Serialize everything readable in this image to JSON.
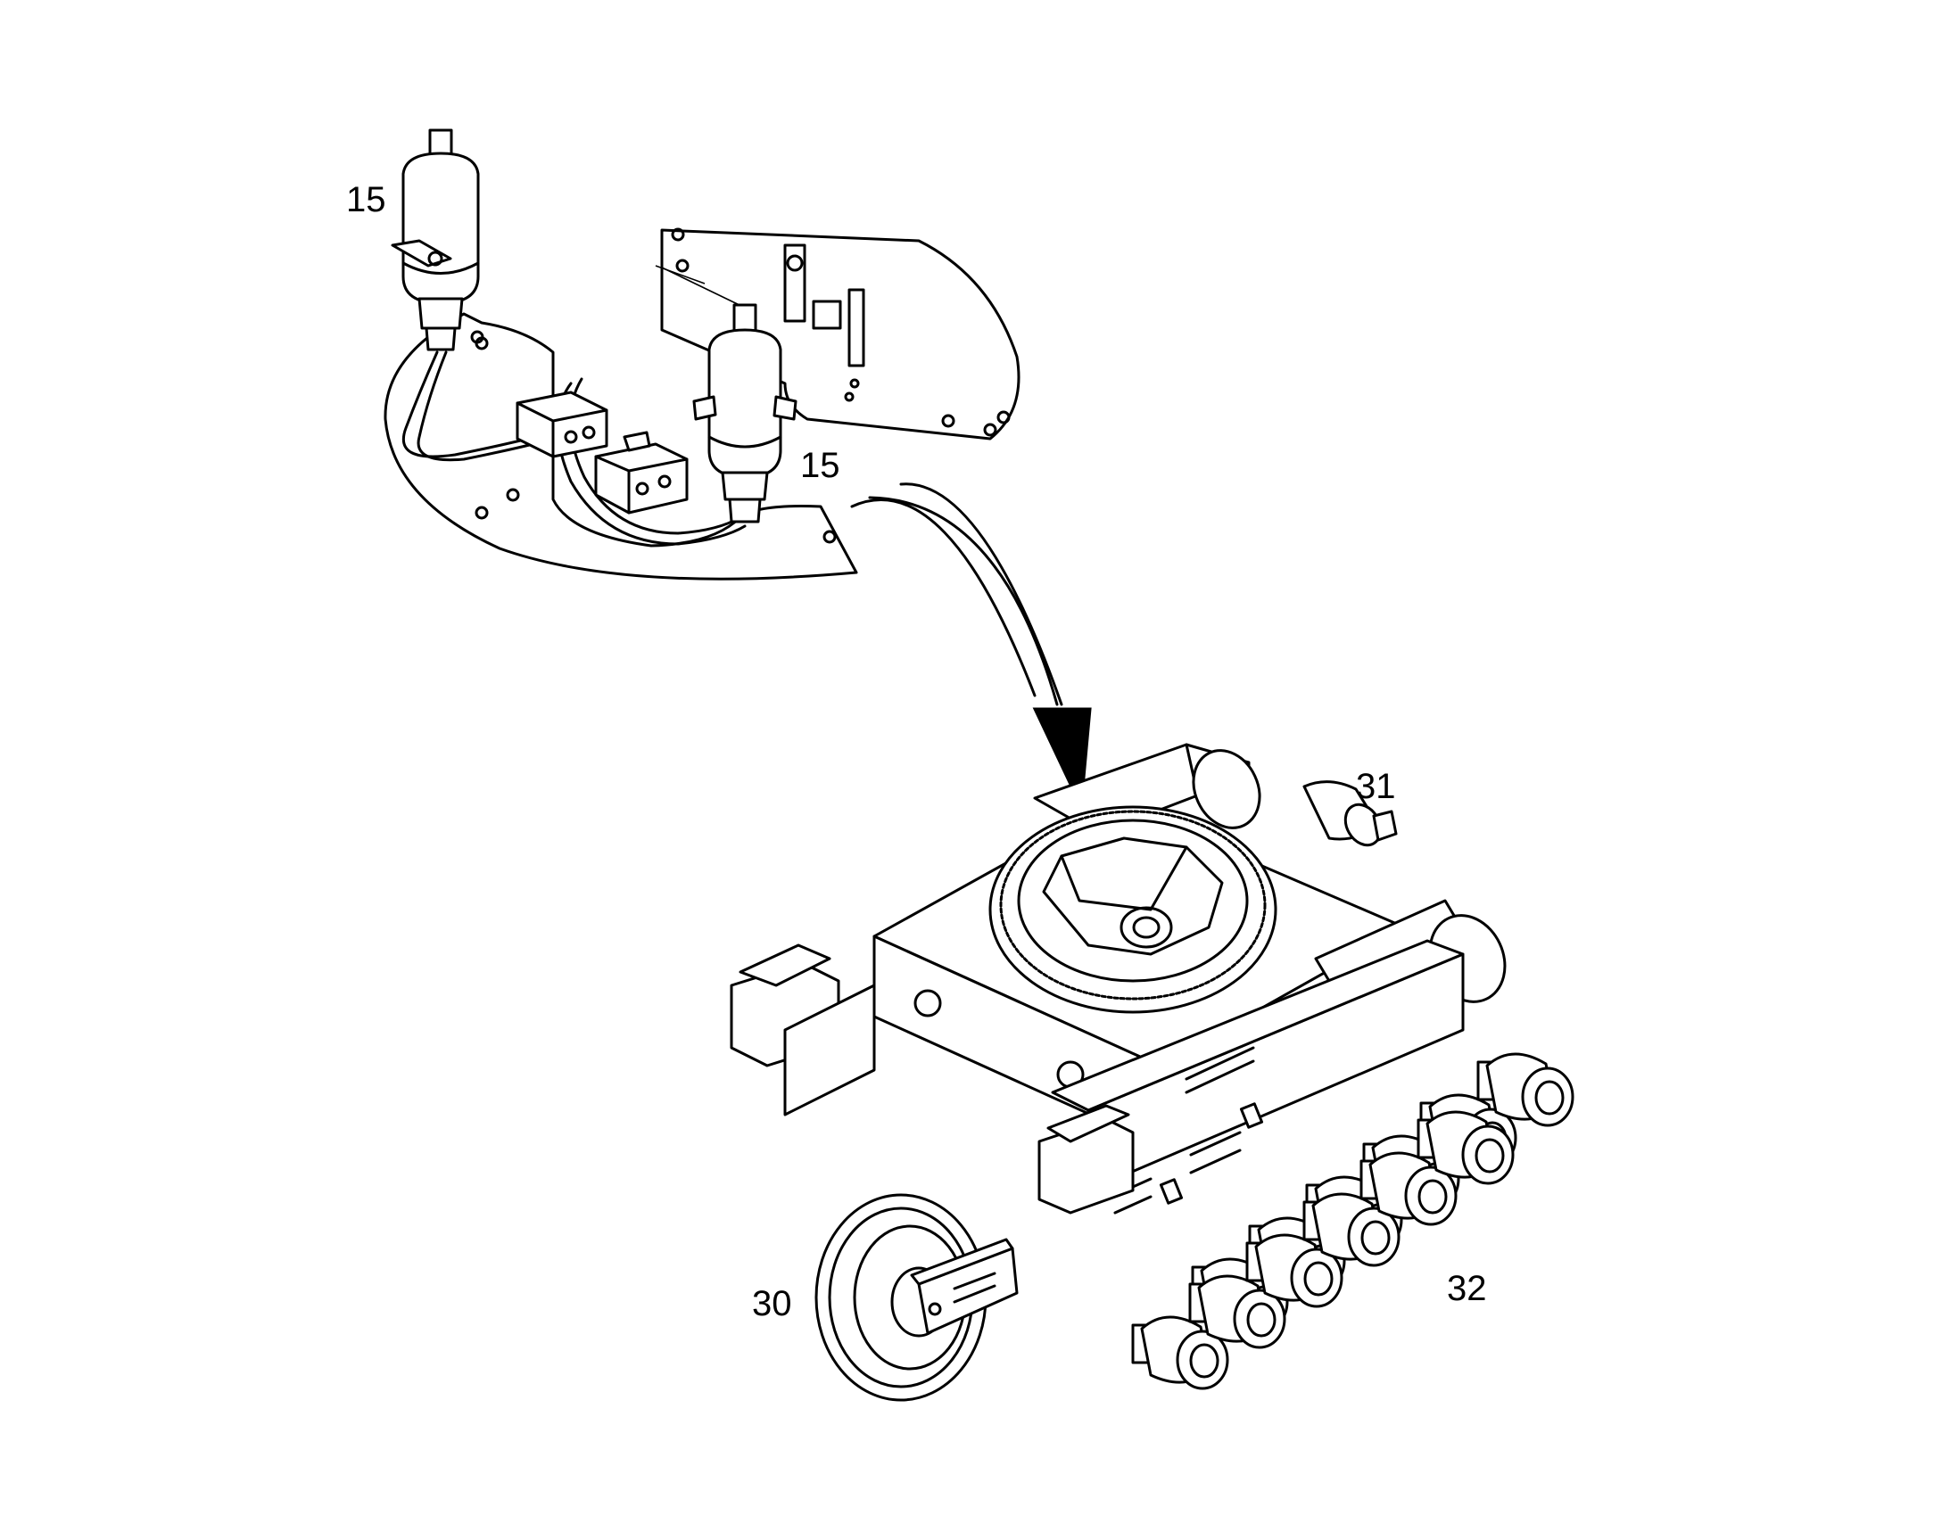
{
  "callouts": {
    "accumulator_left": "15",
    "accumulator_right": "15",
    "switch": "31",
    "idler": "30",
    "rollers": "32"
  },
  "colors": {
    "ink": "#000000",
    "paper": "#ffffff"
  }
}
